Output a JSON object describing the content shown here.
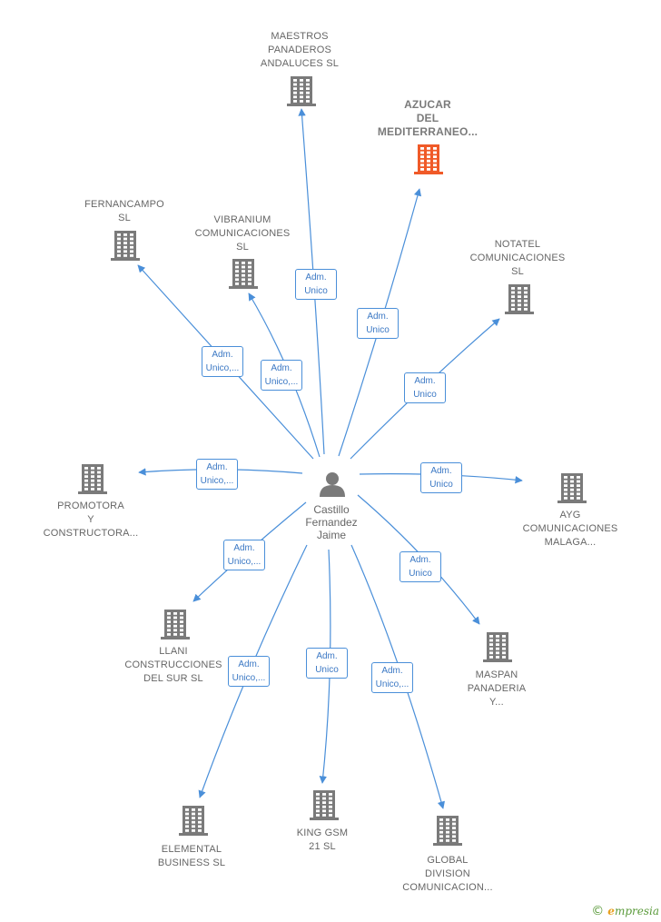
{
  "colors": {
    "edge": "#4a8fd9",
    "building": "#7a7a7a",
    "building_highlight": "#f05a28",
    "person": "#7a7a7a"
  },
  "center": {
    "lines": [
      "Castillo",
      "Fernandez",
      "Jaime"
    ],
    "icon": "person-icon"
  },
  "nodes": [
    {
      "id": "maestros",
      "lines": [
        "MAESTROS",
        "PANADEROS",
        "ANDALUCES SL"
      ],
      "highlight": false
    },
    {
      "id": "azucar",
      "lines": [
        "AZUCAR",
        "DEL",
        "MEDITERRANEO..."
      ],
      "highlight": true
    },
    {
      "id": "fernancampo",
      "lines": [
        "FERNANCAMPO",
        "SL"
      ],
      "highlight": false
    },
    {
      "id": "vibranium",
      "lines": [
        "VIBRANIUM",
        "COMUNICACIONES",
        "SL"
      ],
      "highlight": false
    },
    {
      "id": "notatel",
      "lines": [
        "NOTATEL",
        "COMUNICACIONES",
        "SL"
      ],
      "highlight": false
    },
    {
      "id": "promotora",
      "lines": [
        "PROMOTORA",
        "Y",
        "CONSTRUCTORA..."
      ],
      "highlight": false
    },
    {
      "id": "ayg",
      "lines": [
        "AYG",
        "COMUNICACIONES",
        "MALAGA..."
      ],
      "highlight": false
    },
    {
      "id": "llani",
      "lines": [
        "LLANI",
        "CONSTRUCCIONES",
        "DEL SUR  SL"
      ],
      "highlight": false
    },
    {
      "id": "maspan",
      "lines": [
        "MASPAN",
        "PANADERIA",
        "Y..."
      ],
      "highlight": false
    },
    {
      "id": "elemental",
      "lines": [
        "ELEMENTAL",
        "BUSINESS  SL"
      ],
      "highlight": false
    },
    {
      "id": "kinggsm",
      "lines": [
        "KING GSM",
        "21  SL"
      ],
      "highlight": false
    },
    {
      "id": "global",
      "lines": [
        "GLOBAL",
        "DIVISION",
        "COMUNICACION..."
      ],
      "highlight": false
    }
  ],
  "edges": [
    {
      "to": "maestros",
      "lines": [
        "Adm.",
        "Unico"
      ]
    },
    {
      "to": "azucar",
      "lines": [
        "Adm.",
        "Unico"
      ]
    },
    {
      "to": "fernancampo",
      "lines": [
        "Adm.",
        "Unico,..."
      ]
    },
    {
      "to": "vibranium",
      "lines": [
        "Adm.",
        "Unico,..."
      ]
    },
    {
      "to": "notatel",
      "lines": [
        "Adm.",
        "Unico"
      ]
    },
    {
      "to": "promotora",
      "lines": [
        "Adm.",
        "Unico,..."
      ]
    },
    {
      "to": "ayg",
      "lines": [
        "Adm.",
        "Unico"
      ]
    },
    {
      "to": "llani",
      "lines": [
        "Adm.",
        "Unico,..."
      ]
    },
    {
      "to": "maspan",
      "lines": [
        "Adm.",
        "Unico"
      ]
    },
    {
      "to": "elemental",
      "lines": [
        "Adm.",
        "Unico,..."
      ]
    },
    {
      "to": "kinggsm",
      "lines": [
        "Adm.",
        "Unico"
      ]
    },
    {
      "to": "global",
      "lines": [
        "Adm.",
        "Unico,..."
      ]
    }
  ],
  "brand": {
    "copyright": "©",
    "initial": "e",
    "rest": "mpresia"
  }
}
